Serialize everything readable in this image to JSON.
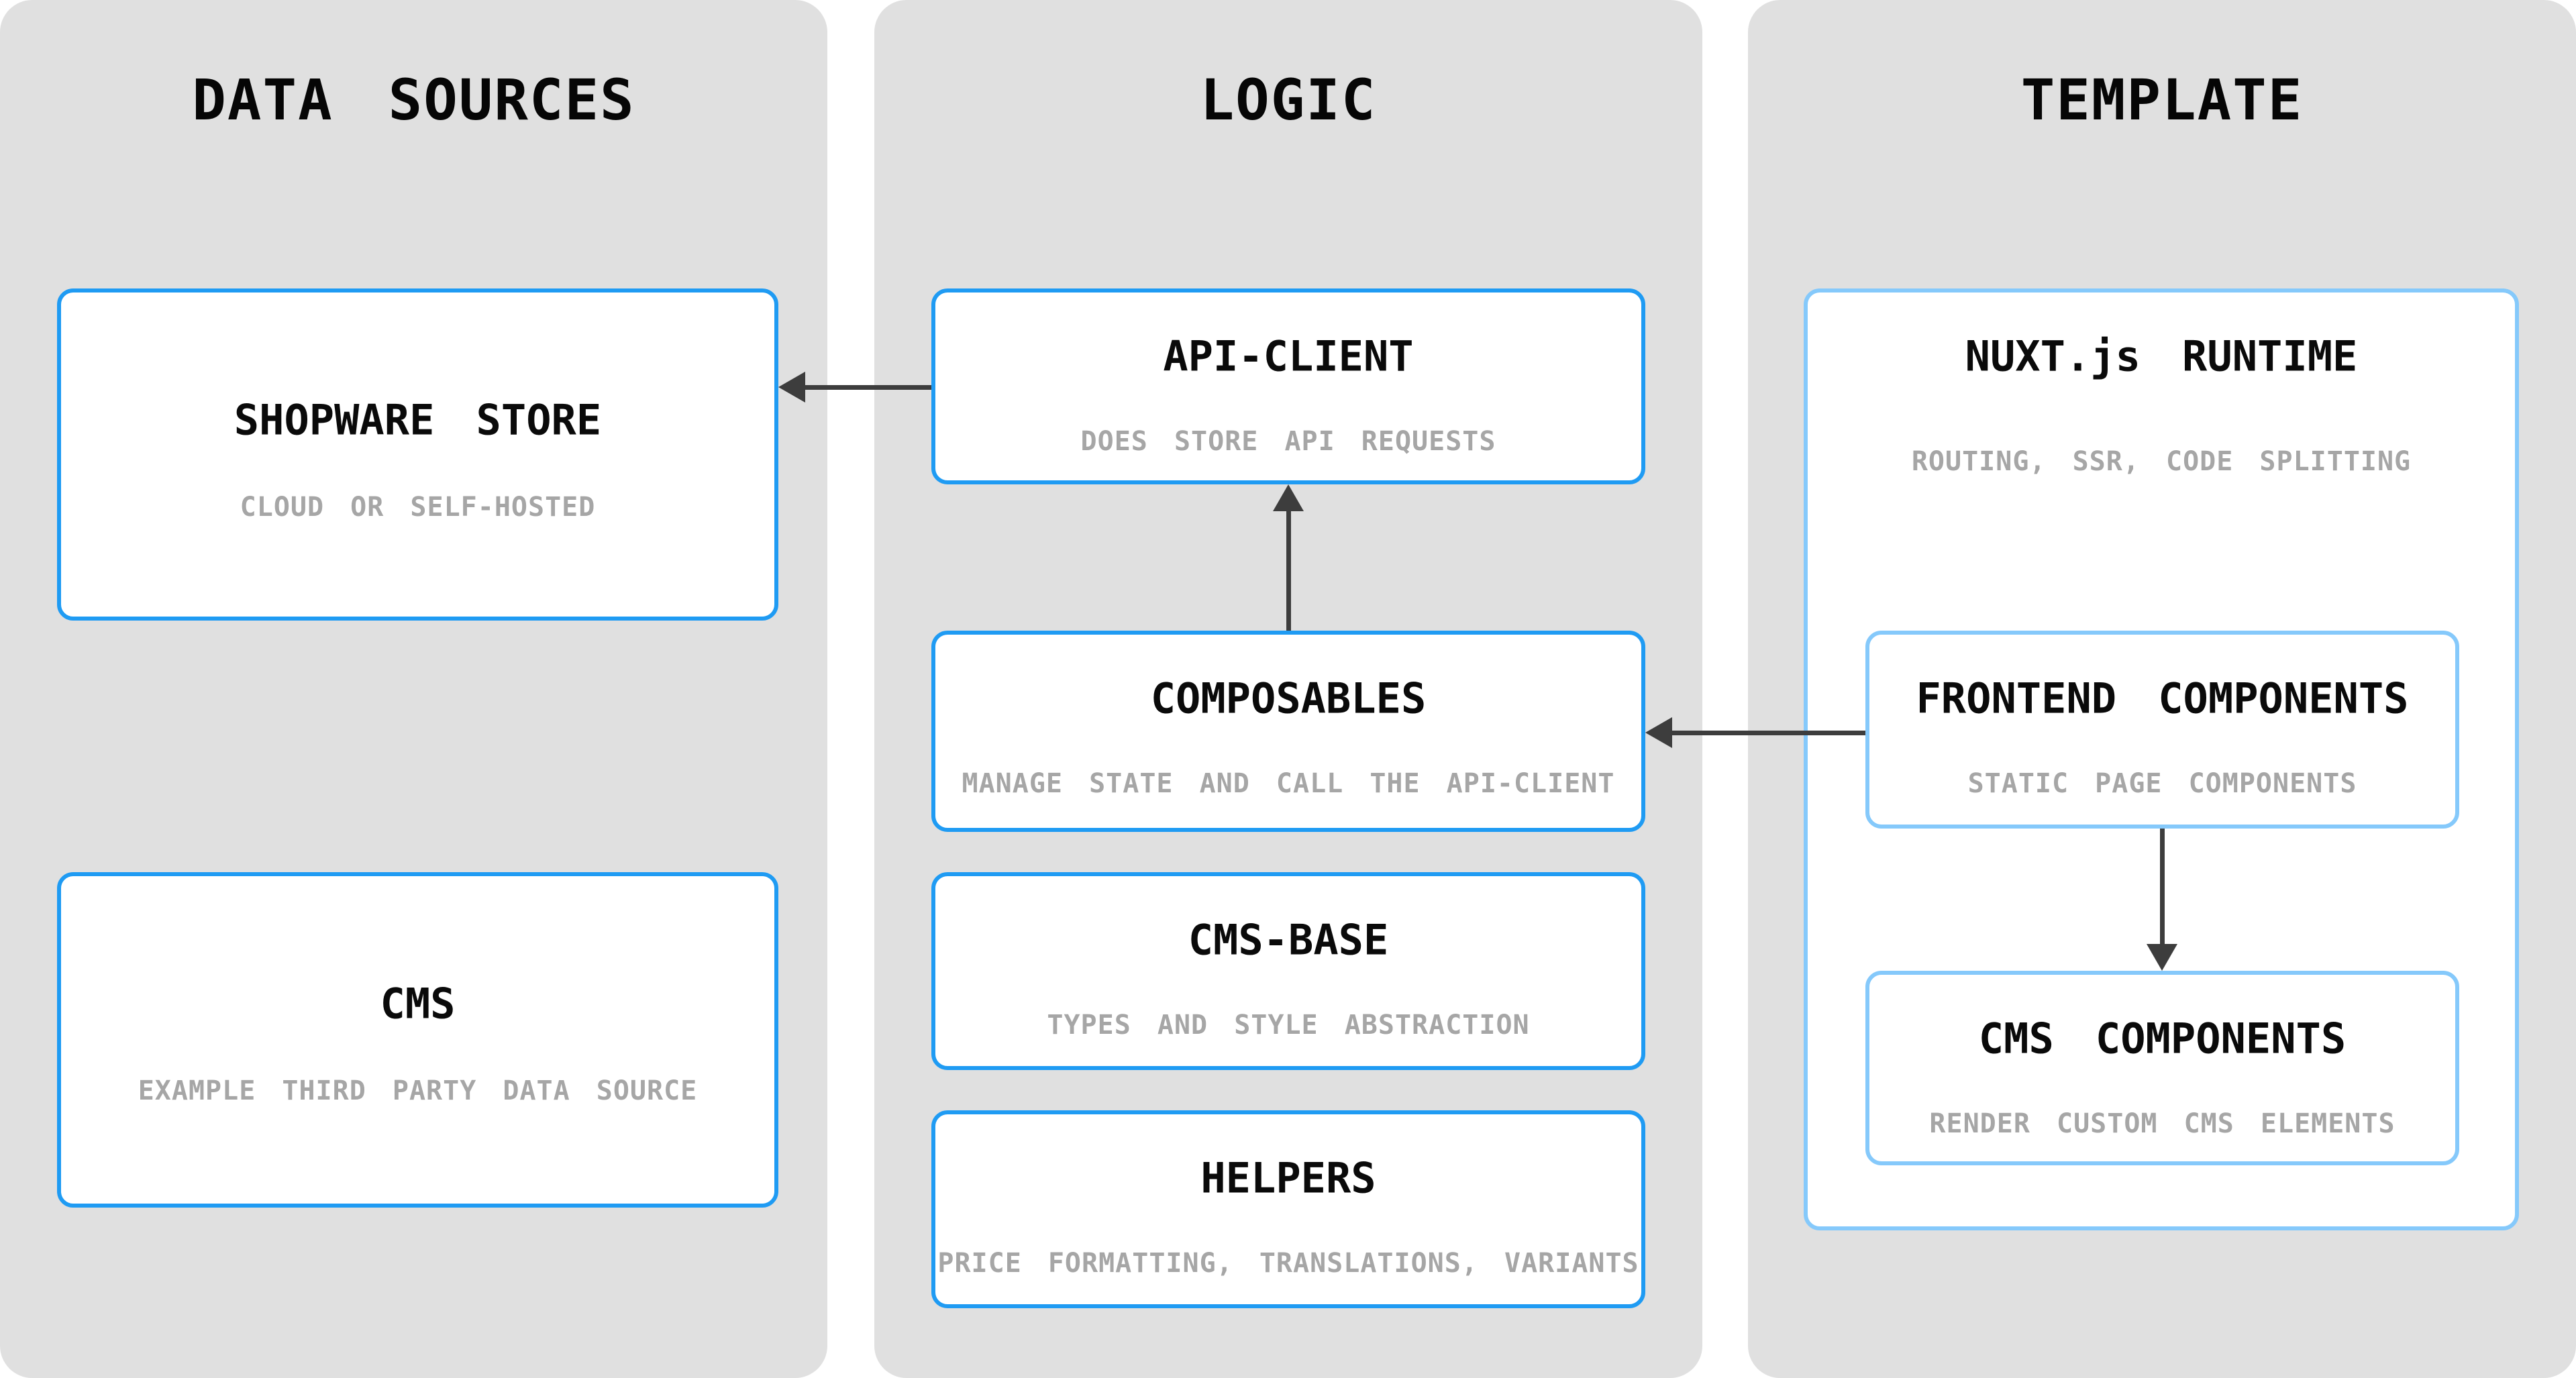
{
  "diagram_title": "Shopware frontend architecture diagram",
  "headers": {
    "data_sources": "DATA SOURCES",
    "logic": "LOGIC",
    "template": "TEMPLATE"
  },
  "boxes": {
    "shopware": {
      "title": "SHOPWARE STORE",
      "subtitle": "CLOUD OR SELF-HOSTED"
    },
    "cms": {
      "title": "CMS",
      "subtitle": "EXAMPLE THIRD PARTY DATA SOURCE"
    },
    "api_client": {
      "title": "API-CLIENT",
      "subtitle": "DOES STORE API REQUESTS"
    },
    "composables": {
      "title": "COMPOSABLES",
      "subtitle": "MANAGE STATE AND CALL THE API-CLIENT"
    },
    "cms_base": {
      "title": "CMS-BASE",
      "subtitle": "TYPES AND STYLE ABSTRACTION"
    },
    "helpers": {
      "title": "HELPERS",
      "subtitle": "PRICE FORMATTING, TRANSLATIONS, VARIANTS"
    },
    "nuxt": {
      "title": "NUXT.js RUNTIME",
      "subtitle": "ROUTING, SSR, CODE SPLITTING"
    },
    "frontend": {
      "title": "FRONTEND COMPONENTS",
      "subtitle": "STATIC PAGE COMPONENTS"
    },
    "cms_components": {
      "title": "CMS COMPONENTS",
      "subtitle": "RENDER CUSTOM CMS ELEMENTS"
    }
  },
  "arrows": [
    {
      "from": "API-CLIENT",
      "to": "SHOPWARE STORE",
      "direction": "left"
    },
    {
      "from": "COMPOSABLES",
      "to": "API-CLIENT",
      "direction": "up"
    },
    {
      "from": "FRONTEND COMPONENTS",
      "to": "COMPOSABLES",
      "direction": "left"
    },
    {
      "from": "FRONTEND COMPONENTS",
      "to": "CMS COMPONENTS",
      "direction": "down"
    }
  ],
  "colors": {
    "accent": "#1f9bf3",
    "light_accent": "#85c9fb",
    "column_bg": "#e0e0e0",
    "subtitle": "#a6a6a6",
    "arrow": "#3d3d3d"
  }
}
